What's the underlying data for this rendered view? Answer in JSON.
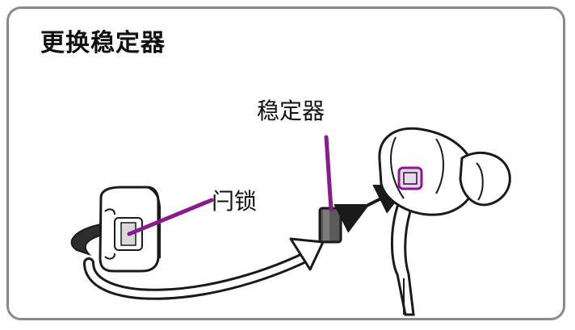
{
  "title": "更换稳定器",
  "labels": {
    "stabilizer": "稳定器",
    "latch": "闩锁"
  },
  "colors": {
    "callout": "#8b1a8f",
    "frame": "#8a8a8a",
    "stroke": "#1a1a1a",
    "gray_fill": "#5a5a5a"
  }
}
